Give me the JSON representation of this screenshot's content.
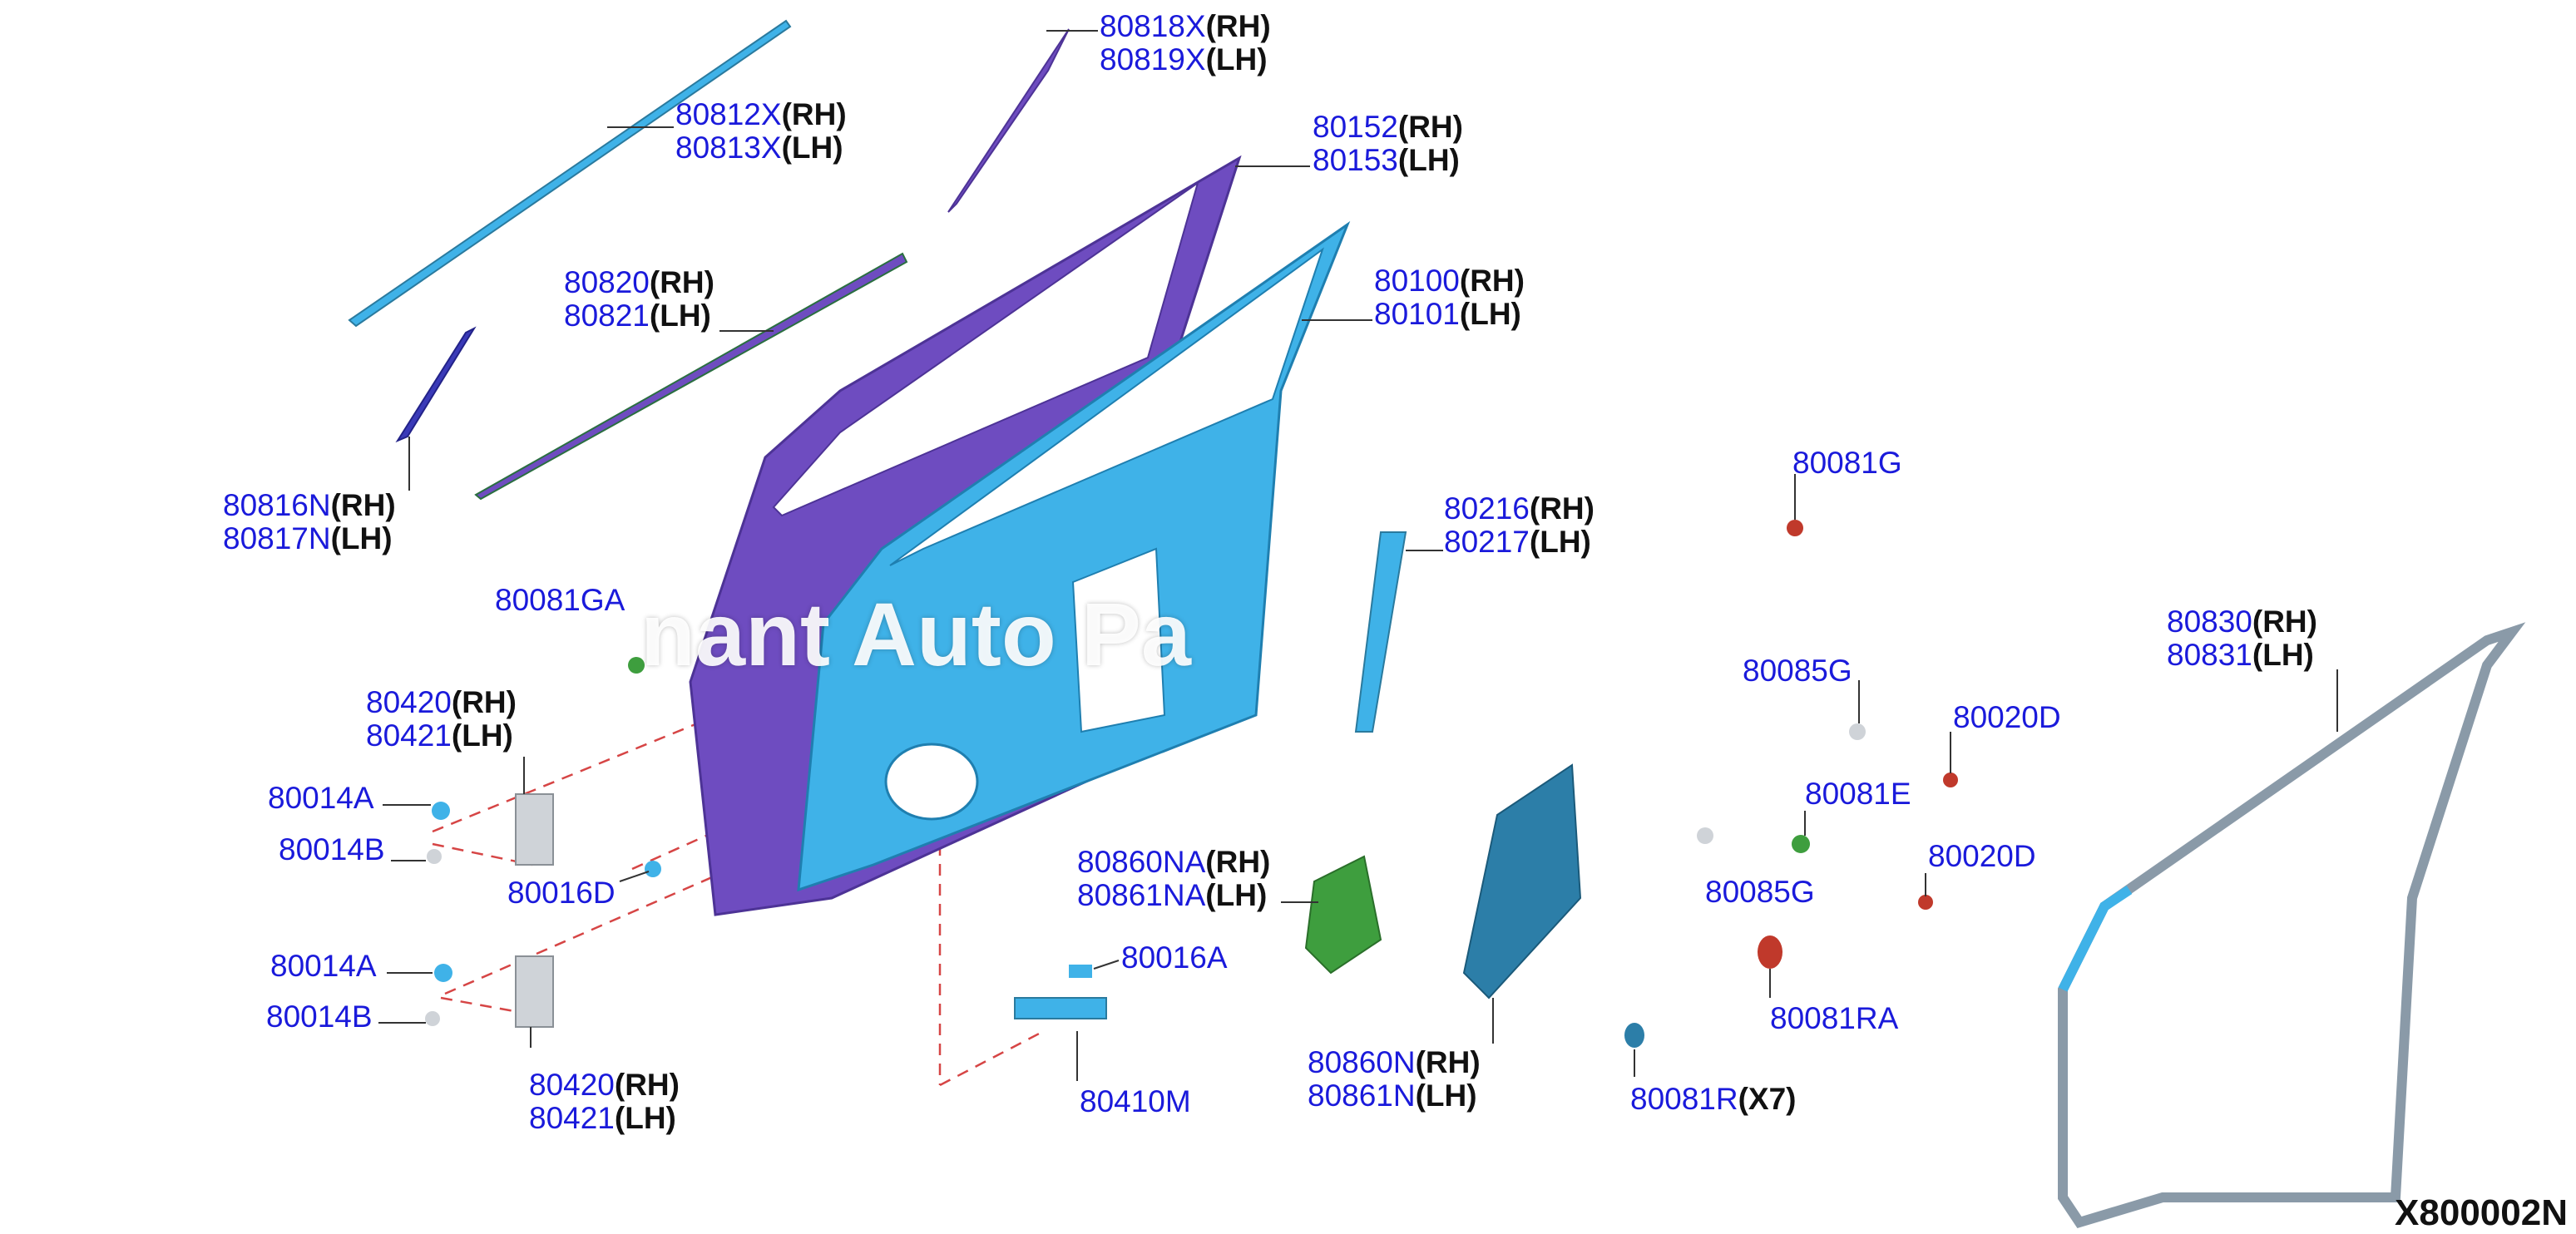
{
  "watermark": "nant Auto Pa",
  "diagram_code": "X800002N",
  "callouts": [
    {
      "id": "c1",
      "parts": [
        "80818X",
        "80819X"
      ],
      "sides": [
        "(RH)",
        "(LH)"
      ]
    },
    {
      "id": "c2",
      "parts": [
        "80812X",
        "80813X"
      ],
      "sides": [
        "(RH)",
        "(LH)"
      ]
    },
    {
      "id": "c3",
      "parts": [
        "80152",
        "80153"
      ],
      "sides": [
        "(RH)",
        "(LH)"
      ]
    },
    {
      "id": "c4",
      "parts": [
        "80820",
        "80821"
      ],
      "sides": [
        "(RH)",
        "(LH)"
      ]
    },
    {
      "id": "c5",
      "parts": [
        "80100",
        "80101"
      ],
      "sides": [
        "(RH)",
        "(LH)"
      ]
    },
    {
      "id": "c6",
      "parts": [
        "80816N",
        "80817N"
      ],
      "sides": [
        "(RH)",
        "(LH)"
      ]
    },
    {
      "id": "c7",
      "parts": [
        "80216",
        "80217"
      ],
      "sides": [
        "(RH)",
        "(LH)"
      ]
    },
    {
      "id": "c8",
      "parts": [
        "80081G"
      ],
      "sides": [
        ""
      ]
    },
    {
      "id": "c9",
      "parts": [
        "80081GA"
      ],
      "sides": [
        ""
      ]
    },
    {
      "id": "c10",
      "parts": [
        "80830",
        "80831"
      ],
      "sides": [
        "(RH)",
        "(LH)"
      ]
    },
    {
      "id": "c11",
      "parts": [
        "80420",
        "80421"
      ],
      "sides": [
        "(RH)",
        "(LH)"
      ]
    },
    {
      "id": "c12",
      "parts": [
        "80085G"
      ],
      "sides": [
        ""
      ]
    },
    {
      "id": "c13",
      "parts": [
        "80020D"
      ],
      "sides": [
        ""
      ]
    },
    {
      "id": "c14",
      "parts": [
        "80014A"
      ],
      "sides": [
        ""
      ]
    },
    {
      "id": "c15",
      "parts": [
        "80081E"
      ],
      "sides": [
        ""
      ]
    },
    {
      "id": "c16",
      "parts": [
        "80014B"
      ],
      "sides": [
        ""
      ]
    },
    {
      "id": "c17",
      "parts": [
        "80860NA",
        "80861NA"
      ],
      "sides": [
        "(RH)",
        "(LH)"
      ]
    },
    {
      "id": "c18",
      "parts": [
        "80020D"
      ],
      "sides": [
        ""
      ]
    },
    {
      "id": "c19",
      "parts": [
        "80016D"
      ],
      "sides": [
        ""
      ]
    },
    {
      "id": "c20",
      "parts": [
        "80085G"
      ],
      "sides": [
        ""
      ]
    },
    {
      "id": "c21",
      "parts": [
        "80016A"
      ],
      "sides": [
        ""
      ]
    },
    {
      "id": "c22",
      "parts": [
        "80014A"
      ],
      "sides": [
        ""
      ]
    },
    {
      "id": "c23",
      "parts": [
        "80014B"
      ],
      "sides": [
        ""
      ]
    },
    {
      "id": "c24",
      "parts": [
        "80081RA"
      ],
      "sides": [
        ""
      ]
    },
    {
      "id": "c25",
      "parts": [
        "80860N",
        "80861N"
      ],
      "sides": [
        "(RH)",
        "(LH)"
      ]
    },
    {
      "id": "c26",
      "parts": [
        "80420",
        "80421"
      ],
      "sides": [
        "(RH)",
        "(LH)"
      ]
    },
    {
      "id": "c27",
      "parts": [
        "80410M"
      ],
      "sides": [
        ""
      ]
    },
    {
      "id": "c28",
      "parts": [
        "80081R"
      ],
      "sides": [
        "(X7)"
      ]
    }
  ],
  "colors": {
    "part_number": "#1a1adb",
    "side_label": "#111111",
    "door_shell": "#6e4cc0",
    "door_inner": "#3fb2e8",
    "seal": "#8a9aa8",
    "hinge": "#cfd3d8",
    "accent_green": "#3e9e3e",
    "accent_red": "#c0392b",
    "leader_dash": "#d64545"
  }
}
